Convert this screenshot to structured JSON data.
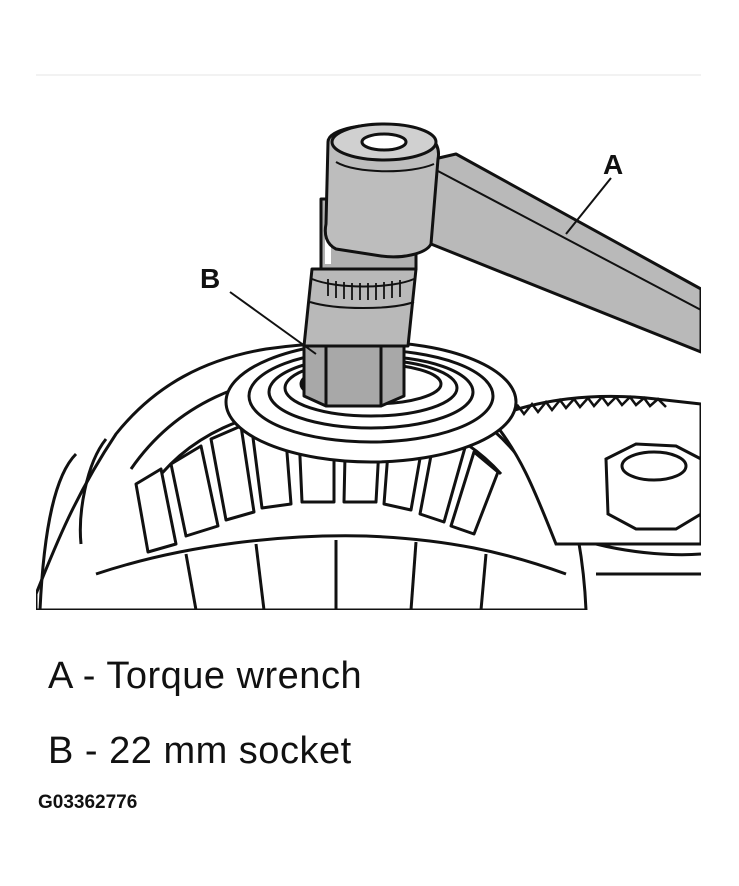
{
  "callouts": {
    "a": "A",
    "b": "B"
  },
  "legend": {
    "a": "A - Torque wrench",
    "b": "B - 22 mm socket"
  },
  "figure_id": "G03362776",
  "colors": {
    "line": "#111111",
    "tool_shade": "#b9b9b9",
    "tool_shade_dark": "#8f8f8f",
    "background": "#ffffff"
  }
}
